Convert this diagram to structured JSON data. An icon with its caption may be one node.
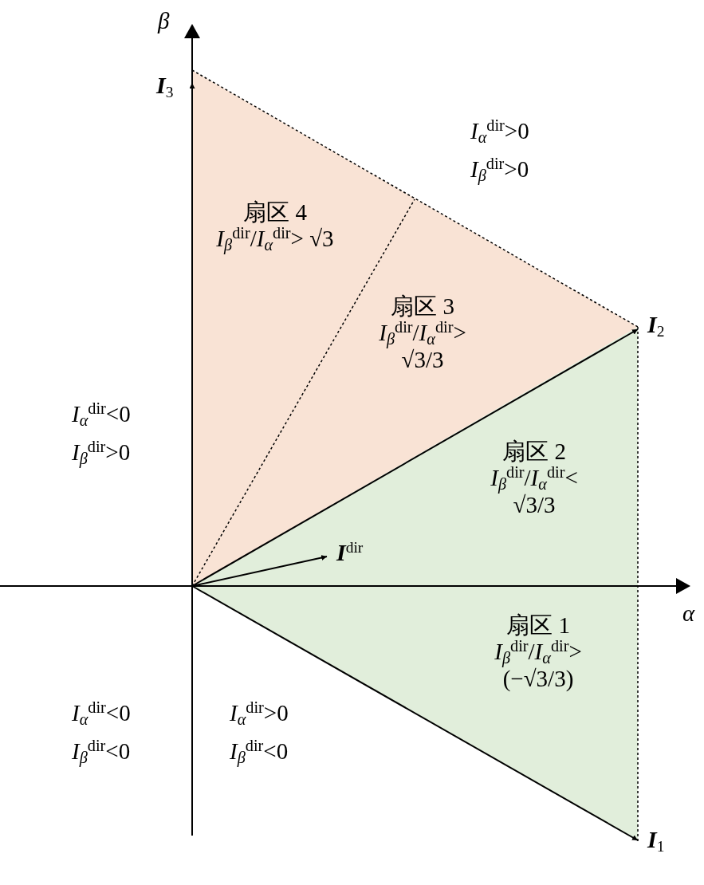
{
  "diagram": {
    "nodes": [
      {
        "text": [
          "扇区 4",
          "*I*$_{β}$$^{dir}$/*I*$_{α}$$^{dir}$> √3"
        ]
      },
      {
        "text": [
          "扇区 3",
          "*I*$_{β}$$^{dir}$/*I*$_{α}$$^{dir}$> √3/3"
        ]
      },
      {
        "text": [
          "扇区 2",
          "*I*$_{β}$$^{dir}$/*I*$_{α}$$^{dir}$< √3/3"
        ]
      },
      {
        "text": [
          "扇区 1",
          "*I*$_{β}$$^{dir}$/*I*$_{α}$$^{dir}$> (−√3/3)"
        ]
      },
      {
        "text": [
          "I$_{3}$"
        ]
      },
      {
        "text": [
          "I$_{2}$"
        ]
      },
      {
        "text": [
          "I$^{dir}$"
        ]
      },
      {
        "text": [
          "I$_{1}$"
        ]
      }
    ],
    "edges": [
      {
        "from": null,
        "to": 4,
        "arrow": "to"
      },
      {
        "from": null,
        "to": 5,
        "arrow": "to"
      },
      {
        "from": null,
        "to": 6,
        "arrow": "to"
      },
      {
        "from": null,
        "to": 7,
        "arrow": "to"
      }
    ],
    "labels": [
      "β",
      "*I*$_{α}$$^{dir}$>0",
      "*I*$_{β}$$^{dir}$>0",
      "*I*$_{α}$$^{dir}$<0",
      "*I*$_{β}$$^{dir}$>0",
      "α",
      "*I*$_{α}$$^{dir}$<0",
      "*I*$_{β}$$^{dir}$<0",
      "*I*$_{α}$$^{dir}$>0",
      "*I*$_{β}$$^{dir}$<0"
    ]
  }
}
